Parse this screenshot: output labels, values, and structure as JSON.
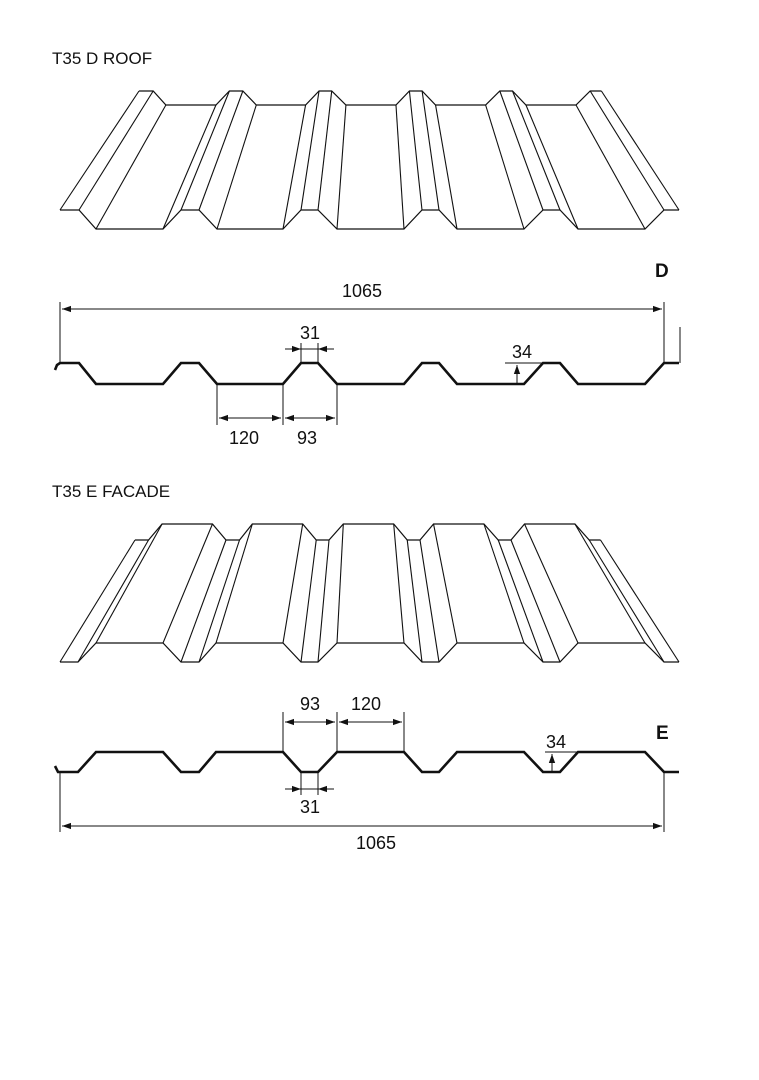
{
  "roof": {
    "title": "T35 D ROOF",
    "profile_label": "D",
    "dimensions": {
      "total_width": "1065",
      "rib_top": "31",
      "rib_height": "34",
      "pan": "120",
      "rib_base": "93"
    }
  },
  "facade": {
    "title": "T35 E FACADE",
    "profile_label": "E",
    "dimensions": {
      "total_width": "1065",
      "rib_top": "31",
      "rib_height": "34",
      "pan": "120",
      "rib_base": "93"
    }
  },
  "colors": {
    "line": "#111111",
    "background": "#ffffff"
  }
}
